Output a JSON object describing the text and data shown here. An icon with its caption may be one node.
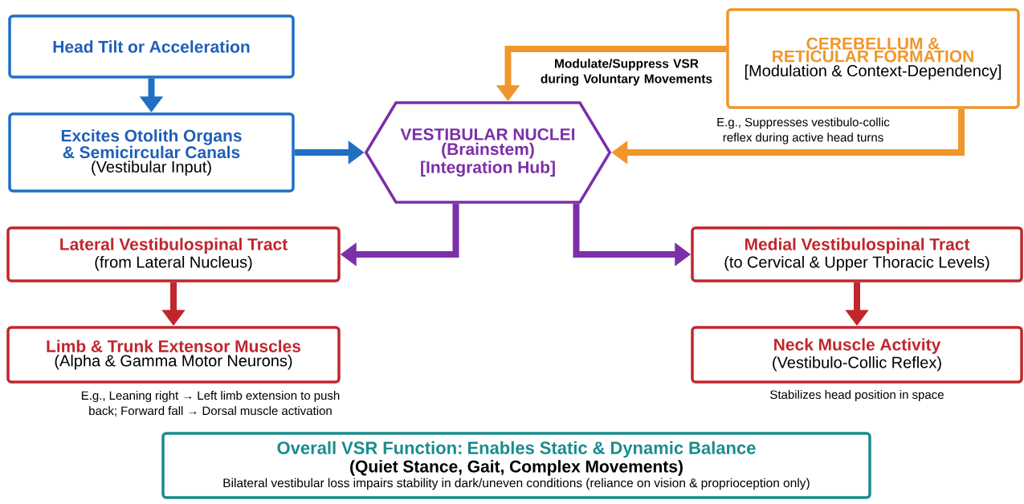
{
  "diagram": {
    "nodes": [
      {
        "text": [
          "Head Tilt or Acceleration"
        ]
      },
      {
        "text": [
          "Excites Otolith Organs & Semicircular Canals",
          "(Vestibular Input)"
        ]
      },
      {
        "text": [
          "CEREBELLUM & RETICULAR FORMATION",
          "[Modulation & Context-Dependency]"
        ],
        "beside": [
          "E.g., Suppresses vestibulo-collic reflex during active head turns"
        ]
      },
      {
        "text": [
          "VESTIBULAR NUCLEI",
          "(Brainstem)",
          "[Integration Hub]"
        ]
      },
      {
        "text": [
          "Lateral Vestibulospinal Tract",
          "(from Lateral Nucleus)"
        ]
      },
      {
        "text": [
          "Medial Vestibulospinal Tract",
          "(to Cervical & Upper Thoracic Levels)"
        ]
      },
      {
        "text": [
          "Limb & Trunk Extensor Muscles",
          "(Alpha & Gamma Motor Neurons)"
        ],
        "beside": [
          "E.g., Leaning right → Left limb extension to push back; Forward fall → Dorsal muscle activation"
        ]
      },
      {
        "text": [
          "Neck Muscle Activity",
          "(Vestibulo-Collic Reflex)"
        ],
        "beside": [
          "Stabilizes head position in space"
        ]
      },
      {
        "text": [
          "Overall VSR Function: Enables Static & Dynamic Balance",
          "(Quiet Stance, Gait, Complex Movements)",
          "Bilateral vestibular loss impairs stability in dark/uneven conditions (reliance on vision & proprioception only)"
        ]
      }
    ],
    "edges": [
      {
        "from": 0,
        "to": 1,
        "arrow": "to",
        "color": "#1f6fc5"
      },
      {
        "from": 1,
        "to": 3,
        "arrow": "to",
        "color": "#1f6fc5"
      },
      {
        "from": 2,
        "to": 3,
        "arrow": "to",
        "color": "#f0962a",
        "label": "Modulate/Suppress VSR during Voluntary Movements"
      },
      {
        "from": 2,
        "to": 3,
        "arrow": "to",
        "color": "#f0962a"
      },
      {
        "from": 3,
        "to": 4,
        "arrow": "to",
        "color": "#7b2fa8"
      },
      {
        "from": 3,
        "to": 5,
        "arrow": "to",
        "color": "#7b2fa8"
      },
      {
        "from": 4,
        "to": 6,
        "arrow": "to",
        "color": "#c0262c"
      },
      {
        "from": 5,
        "to": 7,
        "arrow": "to",
        "color": "#c0262c"
      }
    ]
  }
}
